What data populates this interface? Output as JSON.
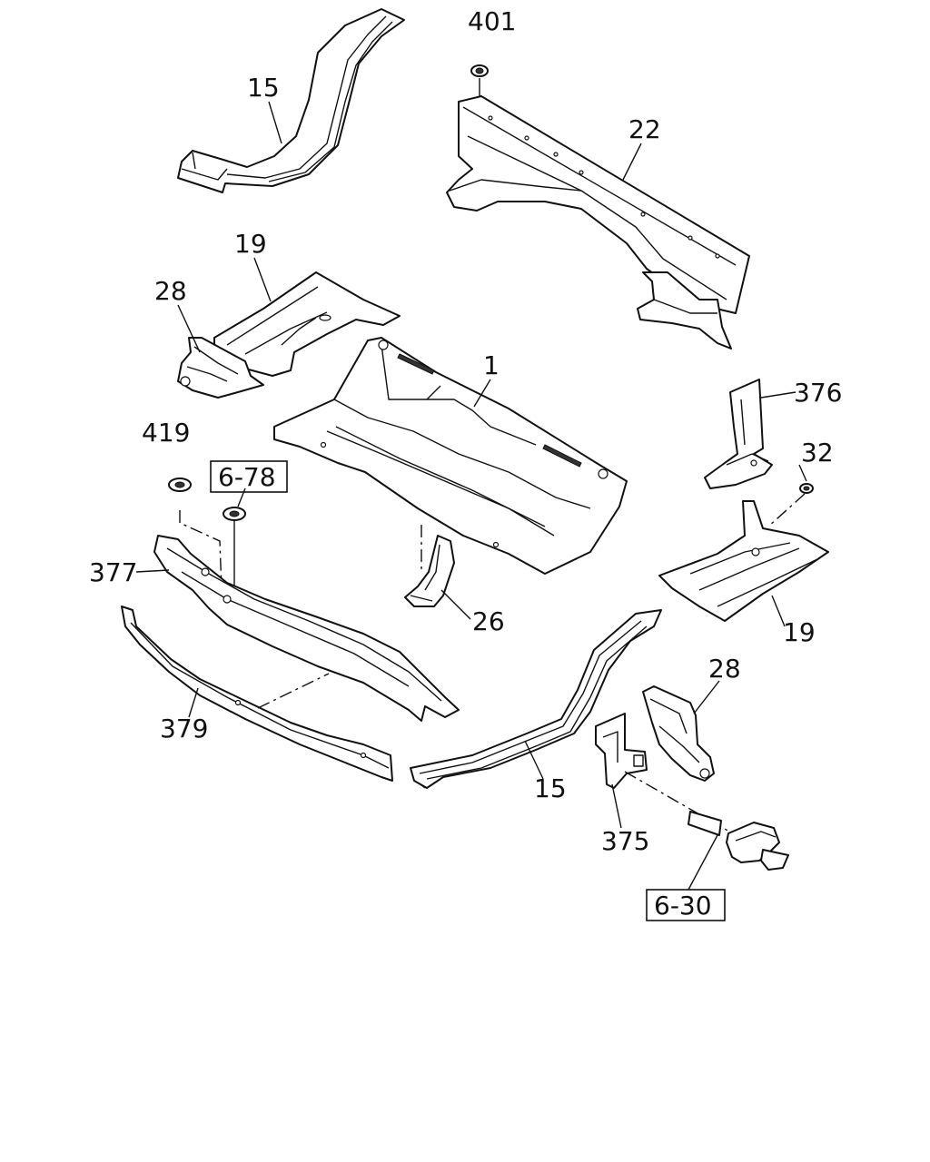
{
  "labels": {
    "p401": "401",
    "p15_top": "15",
    "p22": "22",
    "p19_left": "19",
    "p28_left": "28",
    "p1": "1",
    "p376": "376",
    "p419": "419",
    "p6_78": "6-78",
    "p32": "32",
    "p377": "377",
    "p26": "26",
    "p19_right": "19",
    "p28_right": "28",
    "p379": "379",
    "p15_bottom": "15",
    "p375": "375",
    "p6_30": "6-30"
  }
}
